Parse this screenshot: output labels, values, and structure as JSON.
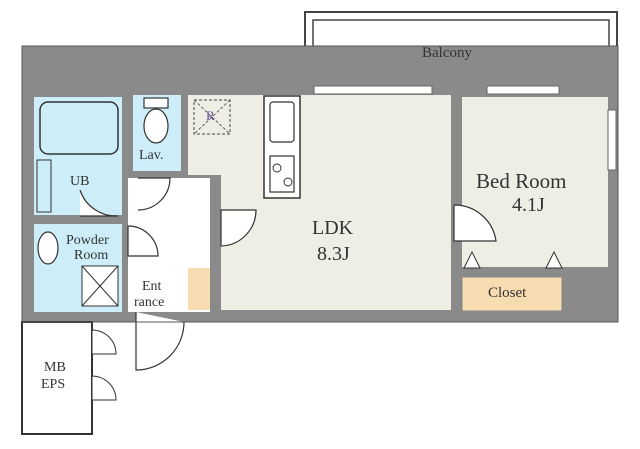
{
  "floor_plan": {
    "rooms": {
      "balcony": "Balcony",
      "ldk_name": "LDK",
      "ldk_size": "8.3J",
      "bedroom_name": "Bed Room",
      "bedroom_size": "4.1J",
      "closet": "Closet",
      "unit_bath": "UB",
      "lavatory": "Lav.",
      "powder_line1": "Powder",
      "powder_line2": "Room",
      "entrance_line1": "Ent",
      "entrance_line2": "rance",
      "mb_line1": "MB",
      "mb_line2": "EPS",
      "refrigerator_mark": "R"
    },
    "colors": {
      "room_fill": "#efeee4",
      "wet_area_fill": "#cdeef9",
      "closet_fill": "#f8dcb1",
      "wall": "#8a8a8a",
      "outline": "#333333"
    }
  }
}
